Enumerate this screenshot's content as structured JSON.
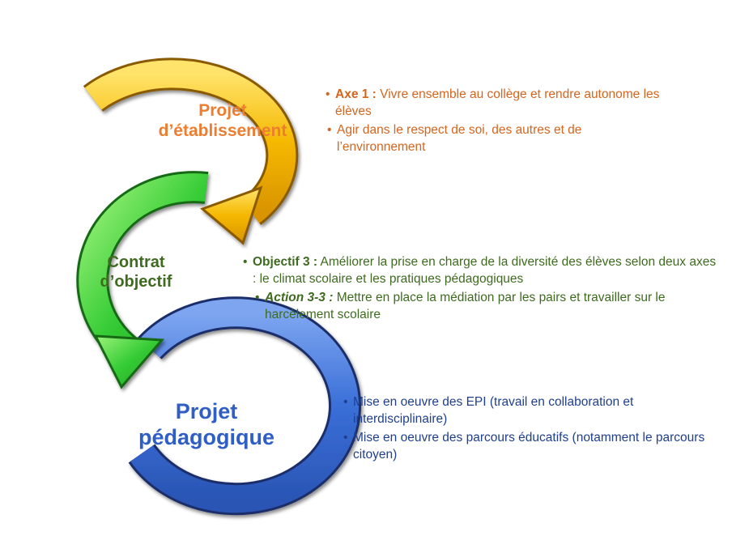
{
  "colors": {
    "yellow_ring": "#f5b800",
    "green_ring": "#33cc33",
    "blue_ring": "#3a6fd8",
    "orange_text": "#d4651f",
    "green_text": "#3e6b1f",
    "blue_title": "#2f5fc4",
    "blue_text": "#1f3f8c"
  },
  "stages": [
    {
      "title_line1": "Projet",
      "title_line2": "d’établissement",
      "bullets": [
        {
          "bold": "Axe 1 :",
          "text": " Vivre ensemble au collège et rendre autonome les élèves"
        },
        {
          "bold": "",
          "text": "Agir dans le respect de soi, des autres et de l’environnement"
        }
      ]
    },
    {
      "title_line1": "Contrat",
      "title_line2": "d’objectif",
      "bullets": [
        {
          "bold": "Objectif 3 :",
          "text": " Améliorer la prise en charge de la diversité des élèves selon deux axes : le climat scolaire et les pratiques pédagogiques"
        },
        {
          "bold": "Action 3-3 :",
          "text": " Mettre en place la médiation par les pairs et travailler sur le harcèlement scolaire"
        }
      ]
    },
    {
      "title_line1": "Projet",
      "title_line2": "pédagogique",
      "bullets": [
        {
          "bold": "",
          "text": "Mise en oeuvre des EPI  (travail en collaboration et interdisciplinaire)"
        },
        {
          "bold": "",
          "text": "Mise en oeuvre des parcours éducatifs (notamment le parcours citoyen)"
        }
      ]
    }
  ]
}
